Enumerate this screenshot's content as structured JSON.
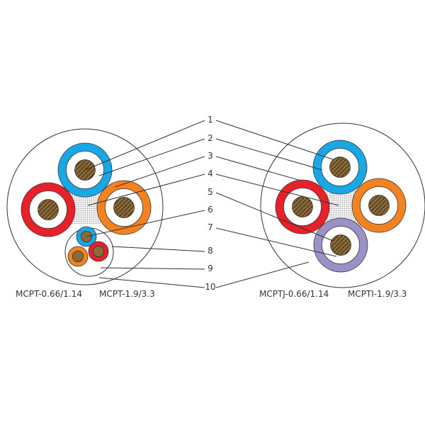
{
  "callouts": [
    "1",
    "2",
    "3",
    "4",
    "5",
    "6",
    "7",
    "8",
    "9",
    "10"
  ],
  "models": {
    "left_a": "MCPT-0.66/1.14",
    "left_b": "MCPT-1.9/3.3",
    "right_a": "MCPTJ-0.66/1.14",
    "right_b": "MCPTI-1.9/3.3"
  },
  "colors": {
    "blue": "#1aa7e6",
    "red": "#e8202a",
    "orange": "#f58220",
    "purple": "#9b91c7",
    "copper": "#8a6a3a"
  }
}
